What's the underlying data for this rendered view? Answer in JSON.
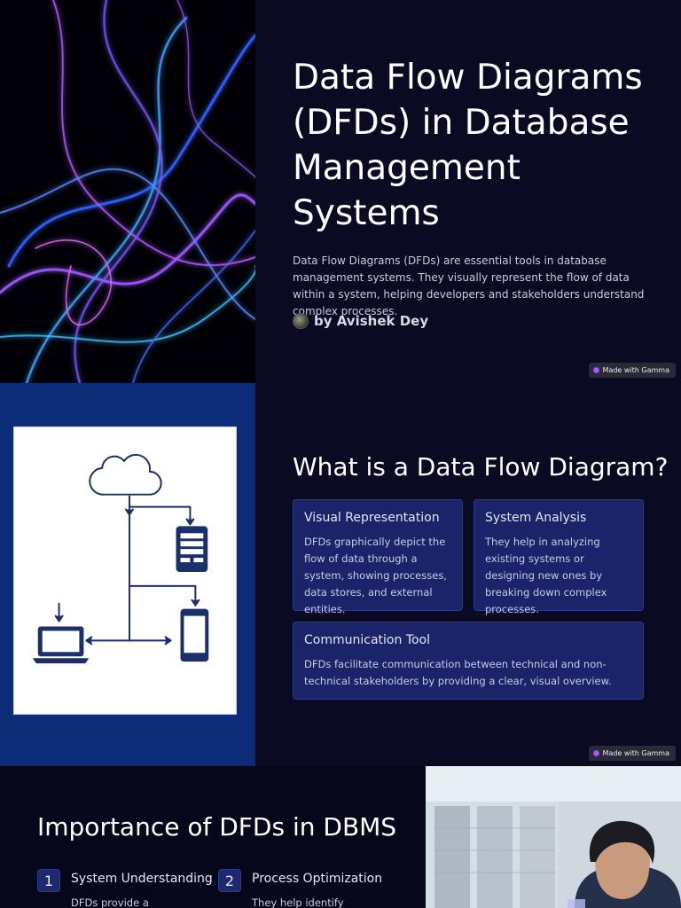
{
  "slide1": {
    "title": "Data Flow Diagrams (DFDs) in Database Management Systems",
    "description": "Data Flow Diagrams (DFDs) are essential tools in database management systems. They visually represent the flow of data within a system, helping developers and stakeholders understand complex processes.",
    "author": "by Avishek Dey",
    "badge": "Made with Gamma",
    "hero_icon": "abstract-light-streaks-art"
  },
  "slide2": {
    "title": "What is a Data Flow Diagram?",
    "cards": [
      {
        "title": "Visual Representation",
        "text": "DFDs graphically depict the flow of data through a system, showing processes, data stores, and external entities."
      },
      {
        "title": "System Analysis",
        "text": "They help in analyzing existing systems or designing new ones by breaking down complex processes."
      },
      {
        "title": "Communication Tool",
        "text": "DFDs facilitate communication between technical and non-technical stakeholders by providing a clear, visual overview."
      }
    ],
    "badge": "Made with Gamma",
    "diagram_icons": [
      "cloud-icon",
      "tablet-icon",
      "phone-icon",
      "laptop-icon"
    ]
  },
  "slide3": {
    "title": "Importance of DFDs in DBMS",
    "steps": [
      {
        "num": "1",
        "title": "System Understanding",
        "text": "DFDs provide a"
      },
      {
        "num": "2",
        "title": "Process Optimization",
        "text": "They help identify"
      }
    ],
    "photo_icon": "person-office-photo"
  },
  "colors": {
    "background": "#0a0b22",
    "card": "#1b2468",
    "diagram_panel": "#0d2c78",
    "diagram_stroke": "#1b2f6b"
  }
}
